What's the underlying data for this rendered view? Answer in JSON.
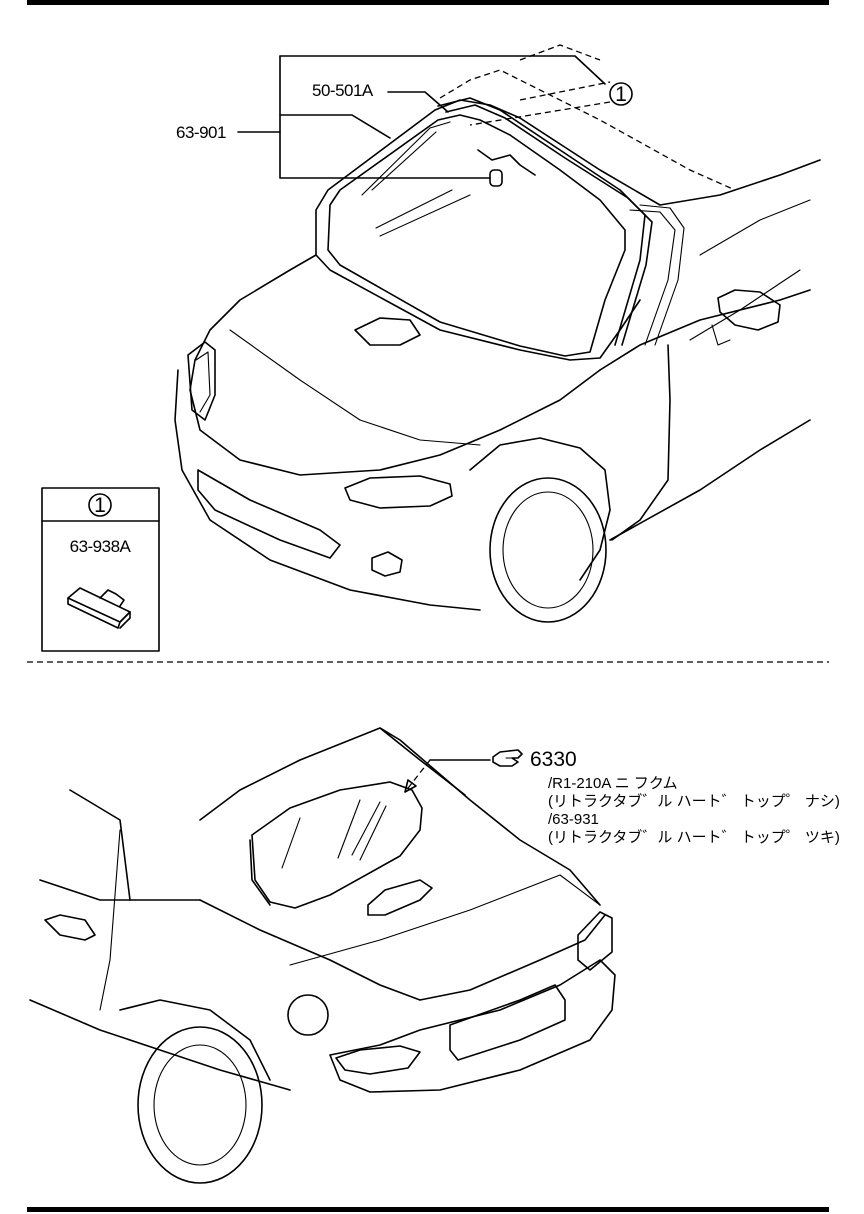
{
  "top_view": {
    "callouts": {
      "weatherstrip": "50-501A",
      "windshield": "63-901"
    },
    "circle_ref": "1"
  },
  "detail_box": {
    "circle_ref": "1",
    "part_no": "63-938A"
  },
  "bottom_view": {
    "ref_no": "6330",
    "ref_icon": "pointing-hand-icon",
    "notes": [
      "/R1-210A ニ フクム",
      "(リトラクタブ゛ル ハート゛ トップ゜ ナシ)",
      "/63-931",
      "(リトラクタブ゛ル ハート゛ トップ゜ ツキ)"
    ]
  }
}
